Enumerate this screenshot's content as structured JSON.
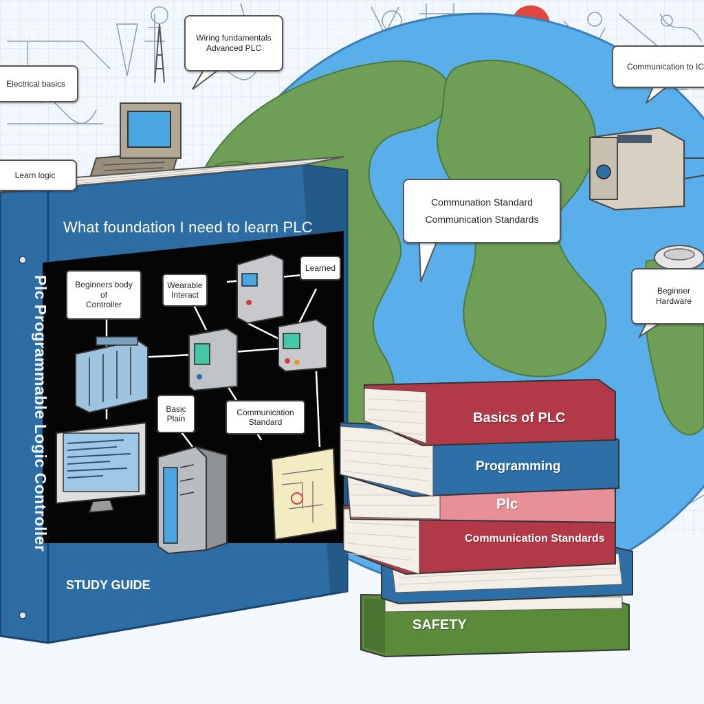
{
  "cover": {
    "title": "What foundation I need to learn PLC",
    "spine": "Plc Programmable Logic Controller",
    "footer": "STUDY GUIDE"
  },
  "cover_diagram_labels": [
    {
      "line1": "Beginners body",
      "line2": "of",
      "line3": "Controller"
    },
    {
      "line1": "Wearable",
      "line2": "Interact",
      "line3": ""
    },
    {
      "line1": "Learned",
      "line2": "",
      "line3": ""
    },
    {
      "line1": "Basic",
      "line2": "Plain",
      "line3": ""
    },
    {
      "line1": "Communication",
      "line2": "Standard",
      "line3": ""
    }
  ],
  "callouts": {
    "top_center": {
      "line1": "Wiring fundamentals",
      "line2": "Advanced PLC"
    },
    "top_left": "Electrical basics",
    "left_mid": "Learn logic",
    "top_right": "Communication to ICS",
    "center": {
      "line1": "Communation Standard",
      "line2": "Communication Standards"
    },
    "right": {
      "line1": "Beginner",
      "line2": "Hardware"
    }
  },
  "book_stack": [
    {
      "label": "Basics of PLC",
      "color": "#b23a48"
    },
    {
      "label": "Programming",
      "color": "#2f6fa7"
    },
    {
      "label": "Plc",
      "color": "#e8909a"
    },
    {
      "label": "Communication Standards",
      "color": "#b23a48"
    },
    {
      "label": "",
      "color": "#2f6fa7"
    },
    {
      "label": "SAFETY",
      "color": "#5b8a3a"
    }
  ],
  "colors": {
    "ocean": "#5aaeea",
    "land": "#6f9e56",
    "binder": "#2e6da4",
    "cover_panel": "#050505"
  }
}
